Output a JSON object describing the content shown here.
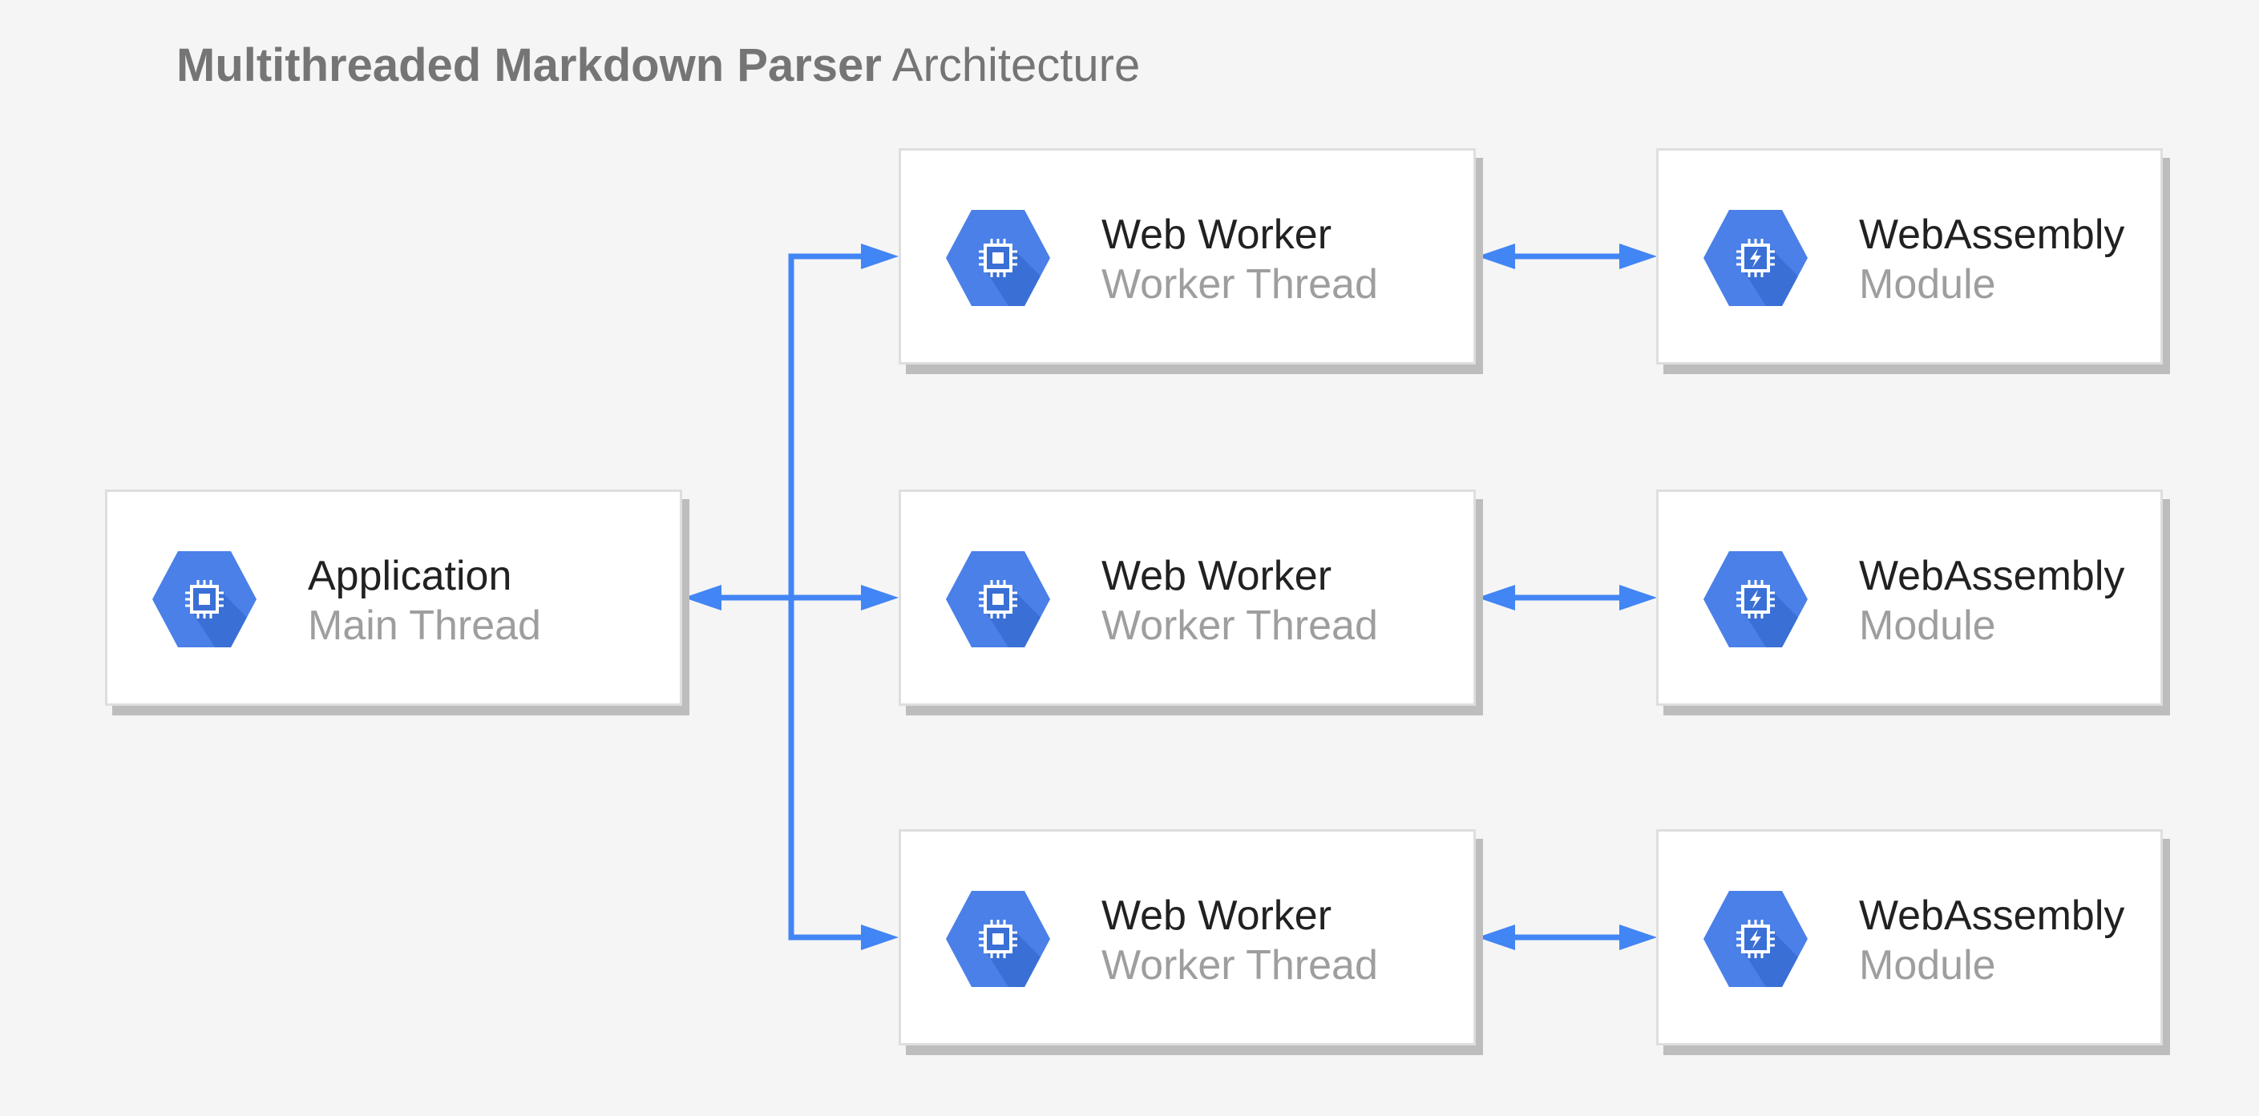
{
  "title": {
    "bold": "Multithreaded Markdown Parser",
    "light": "Architecture"
  },
  "colors": {
    "accent": "#4285f4",
    "icon_fill": "#4a80e8",
    "icon_shade": "#3a6fd6"
  },
  "nodes": {
    "app": {
      "name": "Application",
      "sub": "Main Thread",
      "icon": "cpu-chip-icon"
    },
    "workers": [
      {
        "name": "Web Worker",
        "sub": "Worker Thread",
        "icon": "cpu-chip-icon"
      },
      {
        "name": "Web Worker",
        "sub": "Worker Thread",
        "icon": "cpu-chip-icon"
      },
      {
        "name": "Web Worker",
        "sub": "Worker Thread",
        "icon": "cpu-chip-icon"
      }
    ],
    "modules": [
      {
        "name": "WebAssembly",
        "sub": "Module",
        "icon": "cpu-bolt-icon"
      },
      {
        "name": "WebAssembly",
        "sub": "Module",
        "icon": "cpu-bolt-icon"
      },
      {
        "name": "WebAssembly",
        "sub": "Module",
        "icon": "cpu-bolt-icon"
      }
    ]
  }
}
